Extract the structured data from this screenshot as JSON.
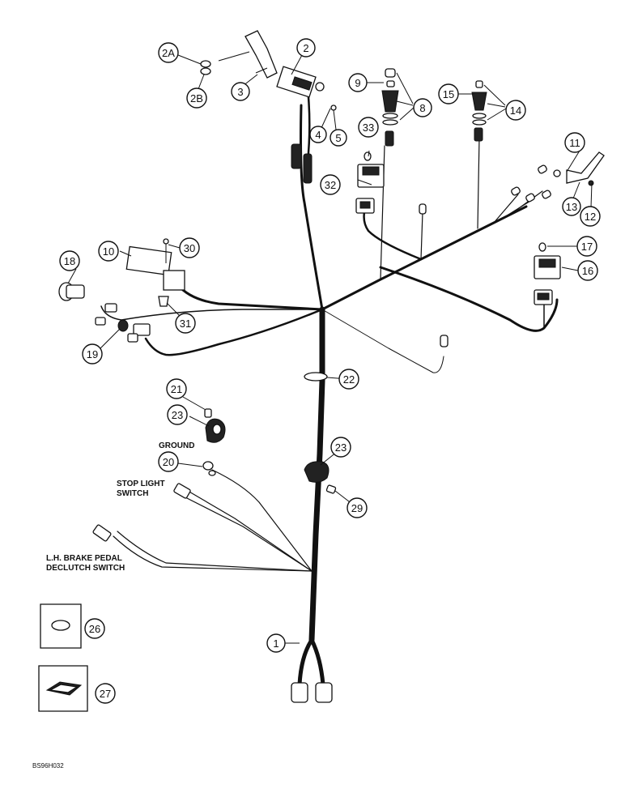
{
  "callouts": [
    {
      "id": "c1",
      "text": "1"
    },
    {
      "id": "c2",
      "text": "2"
    },
    {
      "id": "c2a",
      "text": "2A"
    },
    {
      "id": "c2b",
      "text": "2B"
    },
    {
      "id": "c3",
      "text": "3"
    },
    {
      "id": "c4",
      "text": "4"
    },
    {
      "id": "c5",
      "text": "5"
    },
    {
      "id": "c8",
      "text": "8"
    },
    {
      "id": "c9",
      "text": "9"
    },
    {
      "id": "c10",
      "text": "10"
    },
    {
      "id": "c11",
      "text": "11"
    },
    {
      "id": "c12",
      "text": "12"
    },
    {
      "id": "c13",
      "text": "13"
    },
    {
      "id": "c14",
      "text": "14"
    },
    {
      "id": "c15",
      "text": "15"
    },
    {
      "id": "c16",
      "text": "16"
    },
    {
      "id": "c17",
      "text": "17"
    },
    {
      "id": "c18",
      "text": "18"
    },
    {
      "id": "c19",
      "text": "19"
    },
    {
      "id": "c20",
      "text": "20"
    },
    {
      "id": "c21",
      "text": "21"
    },
    {
      "id": "c22",
      "text": "22"
    },
    {
      "id": "c23a",
      "text": "23"
    },
    {
      "id": "c23b",
      "text": "23"
    },
    {
      "id": "c26",
      "text": "26"
    },
    {
      "id": "c27",
      "text": "27"
    },
    {
      "id": "c29",
      "text": "29"
    },
    {
      "id": "c30",
      "text": "30"
    },
    {
      "id": "c31",
      "text": "31"
    },
    {
      "id": "c32",
      "text": "32"
    },
    {
      "id": "c33",
      "text": "33"
    }
  ],
  "notes": {
    "ground": "GROUND",
    "stop_light_1": "STOP LIGHT",
    "stop_light_2": "SWITCH",
    "brake_1": "L.H. BRAKE PEDAL",
    "brake_2": "DECLUTCH SWITCH"
  },
  "drawing_code": "BS96H032"
}
